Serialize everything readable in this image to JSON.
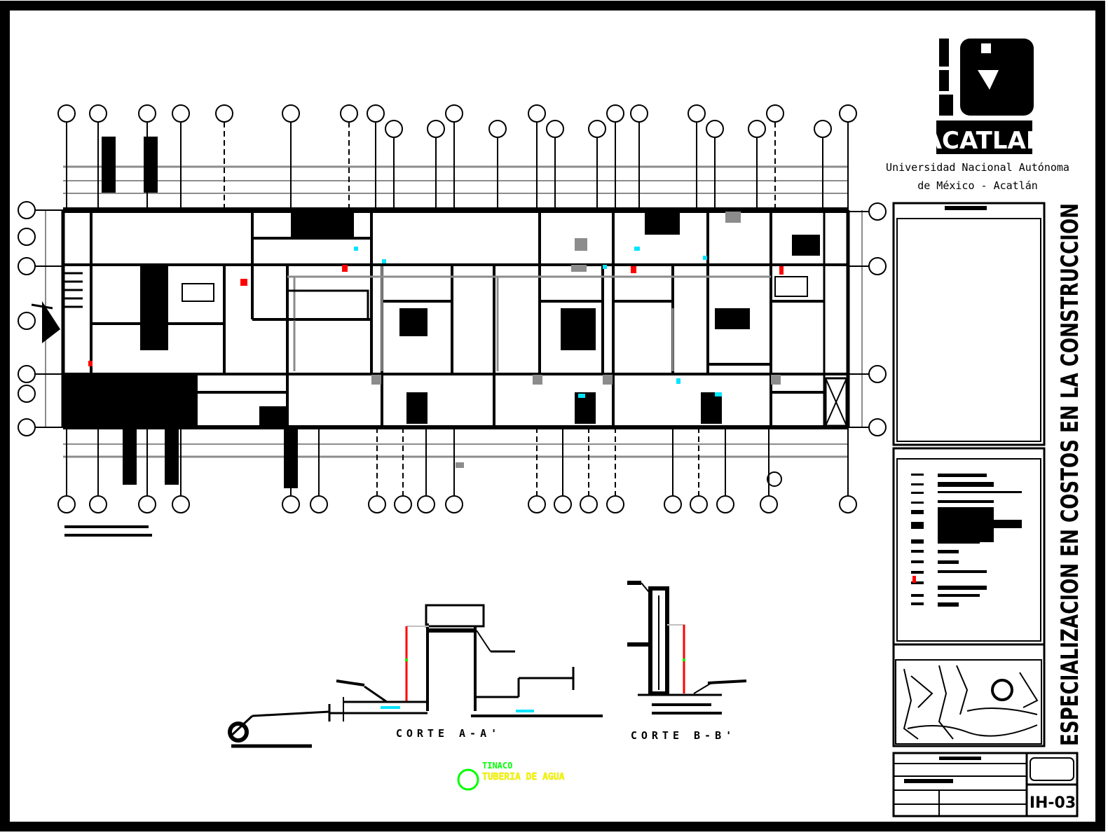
{
  "sheet": {
    "institution_logo": "FES Acatlán",
    "institution_name": "ACATLAN",
    "institution_line_1": "Universidad Nacional Autónoma",
    "institution_line_2": "de México - Acatlán",
    "project_title": "ESPECIALIZACION EN COSTOS EN LA CONSTRUCCION",
    "sheet_number": "IH-03"
  },
  "sections": {
    "left_label": "CORTE A-A'",
    "right_label": "CORTE B-B'"
  },
  "legend": {
    "label_1": "TINACO",
    "label_2": "TUBERIA DE AGUA"
  },
  "colors": {
    "ink": "#000000",
    "gray": "#8c8c8c",
    "red": "#ff0000",
    "cyan": "#00e5ff",
    "green": "#00ff00",
    "yellow": "#ffff00"
  },
  "icons": {
    "logo": "institution-logo-icon",
    "north": "north-arrow-icon",
    "key_plan": "key-plan-map-icon"
  }
}
